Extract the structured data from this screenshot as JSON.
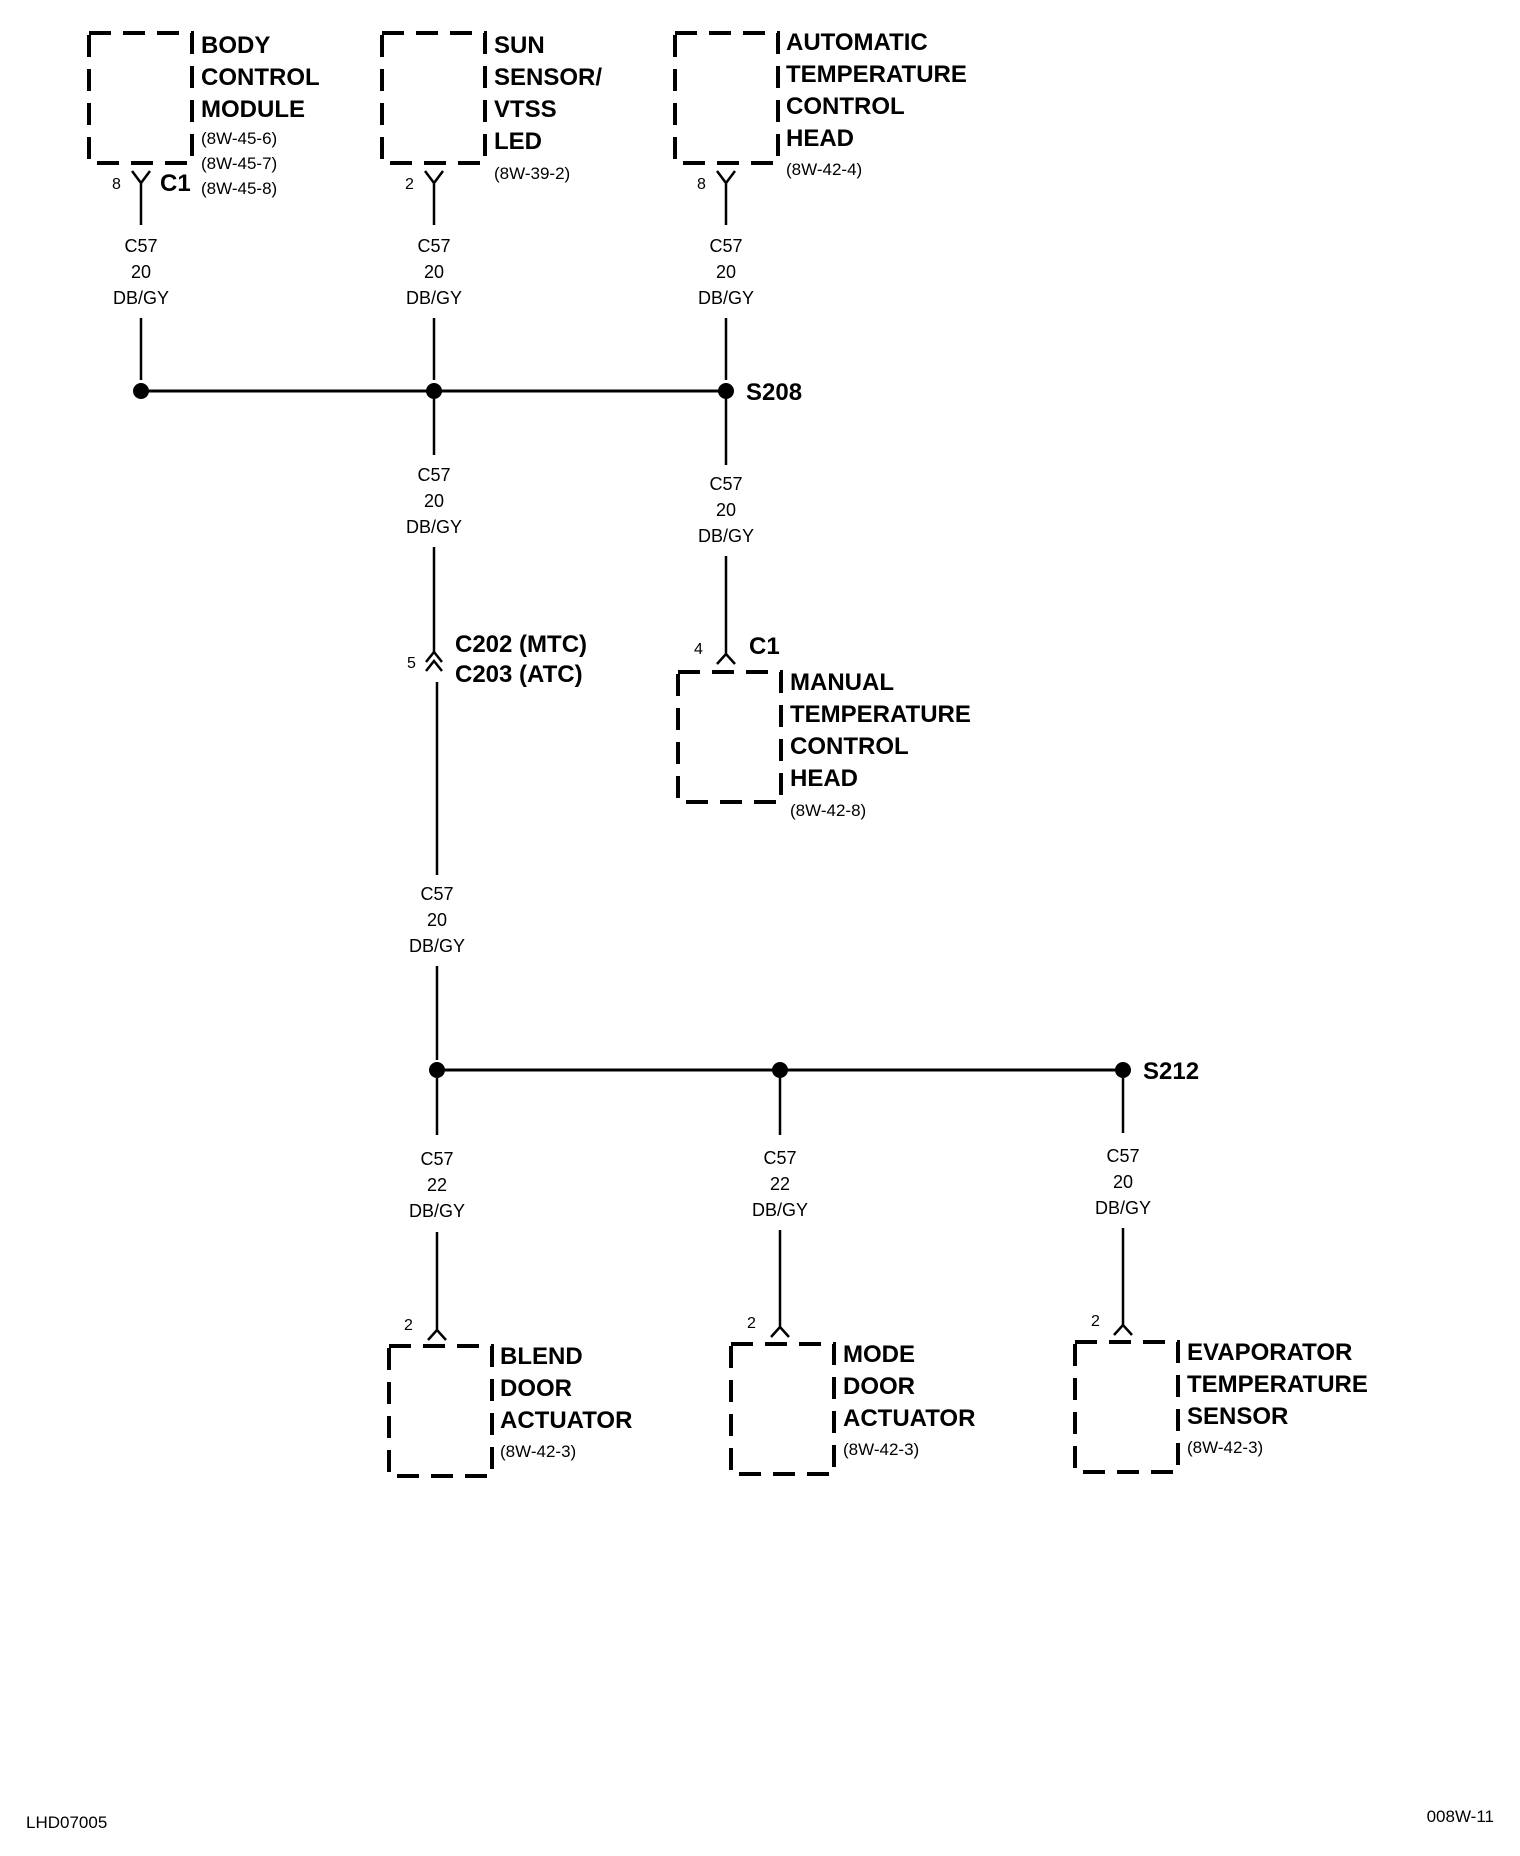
{
  "components": {
    "bcm": {
      "name_lines": [
        "BODY",
        "CONTROL",
        "MODULE"
      ],
      "refs": [
        "(8W-45-6)",
        "(8W-45-7)",
        "(8W-45-8)"
      ],
      "pin": "8",
      "connector": "C1"
    },
    "sun_sensor": {
      "name_lines": [
        "SUN",
        "SENSOR/",
        "VTSS",
        "LED"
      ],
      "refs": [
        "(8W-39-2)"
      ],
      "pin": "2"
    },
    "atc_head": {
      "name_lines": [
        "AUTOMATIC",
        "TEMPERATURE",
        "CONTROL",
        "HEAD"
      ],
      "refs": [
        "(8W-42-4)"
      ],
      "pin": "8"
    },
    "mtc_head": {
      "name_lines": [
        "MANUAL",
        "TEMPERATURE",
        "CONTROL",
        "HEAD"
      ],
      "refs": [
        "(8W-42-8)"
      ],
      "pin": "4",
      "connector": "C1"
    },
    "blend_door": {
      "name_lines": [
        "BLEND",
        "DOOR",
        "ACTUATOR"
      ],
      "refs": [
        "(8W-42-3)"
      ],
      "pin": "2"
    },
    "mode_door": {
      "name_lines": [
        "MODE",
        "DOOR",
        "ACTUATOR"
      ],
      "refs": [
        "(8W-42-3)"
      ],
      "pin": "2"
    },
    "evap_sensor": {
      "name_lines": [
        "EVAPORATOR",
        "TEMPERATURE",
        "SENSOR"
      ],
      "refs": [
        "(8W-42-3)"
      ],
      "pin": "2"
    }
  },
  "wires": {
    "bcm_drop": [
      "C57",
      "20",
      "DB/GY"
    ],
    "sun_drop": [
      "C57",
      "20",
      "DB/GY"
    ],
    "atc_drop": [
      "C57",
      "20",
      "DB/GY"
    ],
    "trunk_upper": [
      "C57",
      "20",
      "DB/GY"
    ],
    "mtc_drop": [
      "C57",
      "20",
      "DB/GY"
    ],
    "trunk_lower": [
      "C57",
      "20",
      "DB/GY"
    ],
    "blend_drop": [
      "C57",
      "22",
      "DB/GY"
    ],
    "mode_drop": [
      "C57",
      "22",
      "DB/GY"
    ],
    "evap_drop": [
      "C57",
      "20",
      "DB/GY"
    ]
  },
  "splices": {
    "upper": "S208",
    "lower": "S212"
  },
  "inline_connector": {
    "pin": "5",
    "lines": [
      "C202 (MTC)",
      "C203 (ATC)"
    ]
  },
  "footer": {
    "left": "LHD07005",
    "right": "008W-11"
  }
}
